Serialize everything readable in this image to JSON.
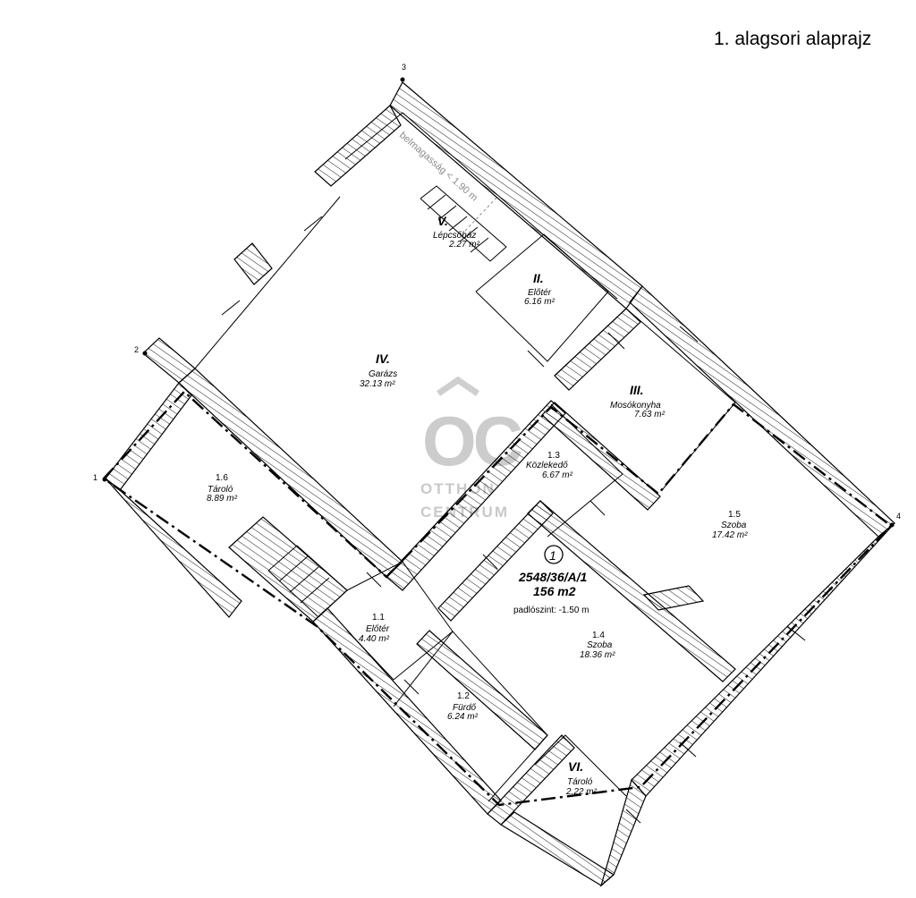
{
  "title": "1. alagsori alaprajz",
  "axes": [
    "1",
    "2",
    "3",
    "4"
  ],
  "stair_note": "belmagasság < 1.90 m",
  "rooms": [
    {
      "id": "V",
      "number": "V.",
      "name": "Lépcsőház",
      "area": "2.27 m²"
    },
    {
      "id": "II",
      "number": "II.",
      "name": "Előtér",
      "area": "6.16 m²"
    },
    {
      "id": "IV",
      "number": "IV.",
      "name": "Garázs",
      "area": "32.13 m²"
    },
    {
      "id": "III",
      "number": "III.",
      "name": "Mosókonyha",
      "area": "7.63 m²"
    },
    {
      "id": "13",
      "number": "1.3",
      "name": "Közlekedő",
      "area": "6.67 m²"
    },
    {
      "id": "16",
      "number": "1.6",
      "name": "Tároló",
      "area": "8.89 m²"
    },
    {
      "id": "15",
      "number": "1.5",
      "name": "Szoba",
      "area": "17.42 m²"
    },
    {
      "id": "11",
      "number": "1.1",
      "name": "Előtér",
      "area": "4.40 m²"
    },
    {
      "id": "14",
      "number": "1.4",
      "name": "Szoba",
      "area": "18.36 m²"
    },
    {
      "id": "12",
      "number": "1.2",
      "name": "Fürdő",
      "area": "6.24 m²"
    },
    {
      "id": "VI",
      "number": "VI.",
      "name": "Tároló",
      "area": "2.22 m²"
    }
  ],
  "unit": {
    "badge": "1",
    "code": "2548/36/A/1",
    "size": "156 m2",
    "floor_level": "padlószint: -1.50 m"
  },
  "watermark": {
    "logo": "OC",
    "line1": "OTTHON",
    "line2": "CENTRUM"
  },
  "colors": {
    "line": "#000000",
    "watermark": "#c9c9c9",
    "hint": "#8a8a8a"
  }
}
